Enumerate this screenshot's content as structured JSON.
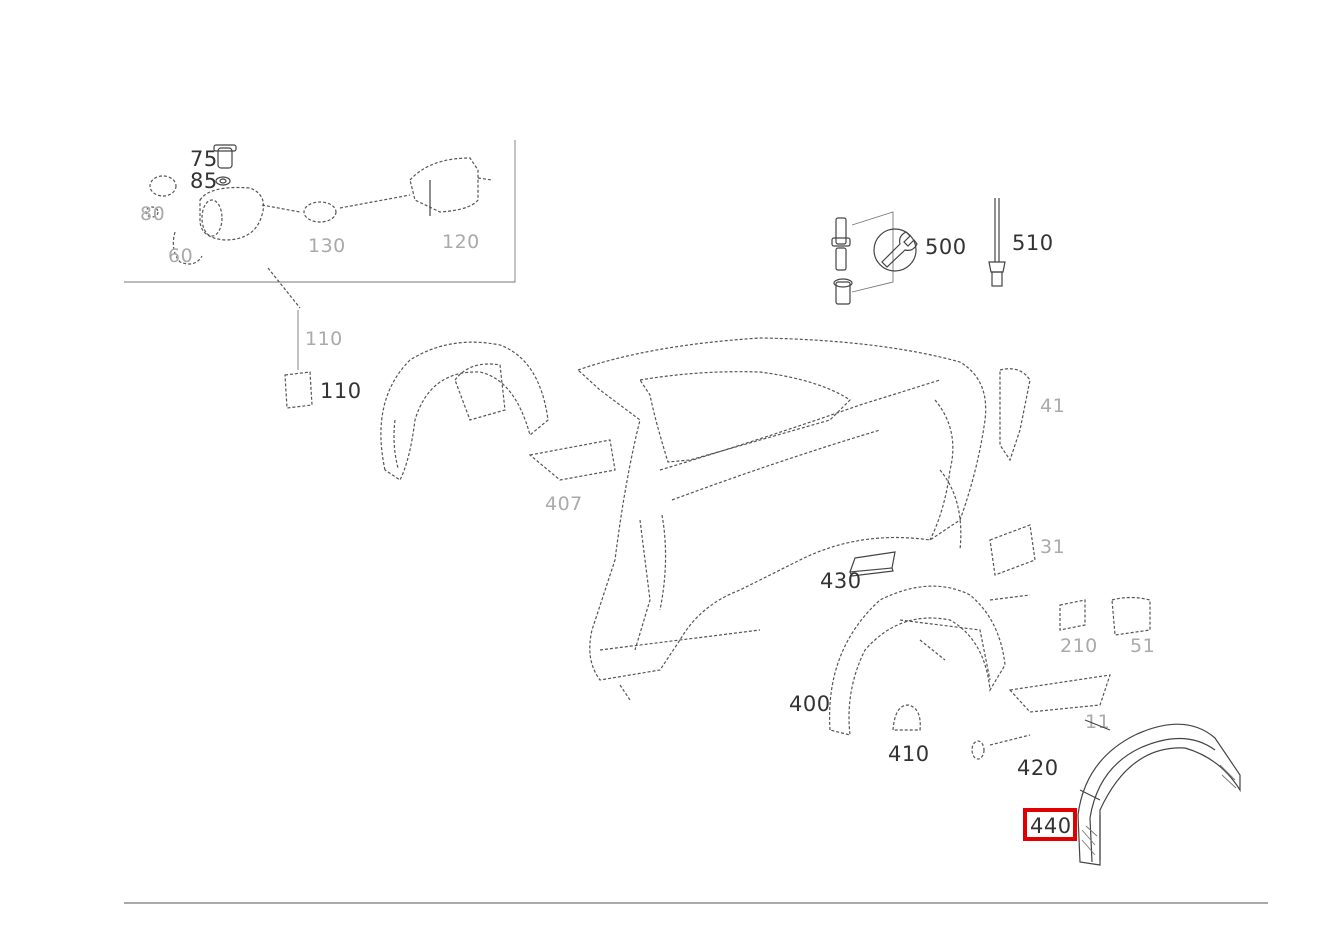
{
  "callouts": {
    "c75": "75",
    "c85": "85",
    "c110": "110",
    "c400": "400",
    "c410": "410",
    "c420": "420",
    "c430": "430",
    "c440": "440",
    "c500": "500",
    "c510": "510"
  },
  "highlight": {
    "color": "#e00000",
    "part": "440"
  }
}
